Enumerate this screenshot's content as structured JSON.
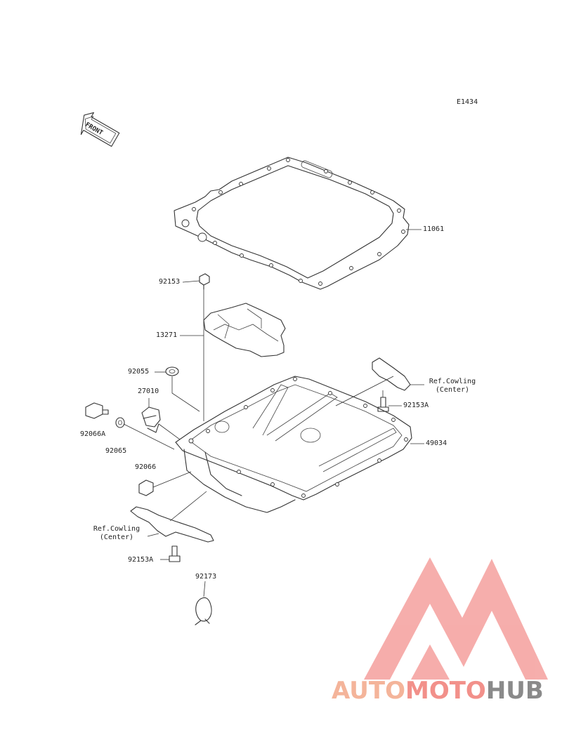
{
  "diagram_code": "E1434",
  "front_label": "FRONT",
  "parts": {
    "gasket": "11061",
    "bolt_top": "92153",
    "plate": "13271",
    "oring": "92055",
    "switch": "27010",
    "drain_plug": "92066A",
    "washer": "92065",
    "plug": "92066",
    "bolt_right": "92153A",
    "oil_pan": "49034",
    "bolt_left": "92153A",
    "clamp": "92173"
  },
  "ref_right": {
    "line1": "Ref.Cowling",
    "line2": "(Center)"
  },
  "ref_left": {
    "line1": "Ref.Cowling",
    "line2": "(Center)"
  },
  "watermark": {
    "part1": "AUTO",
    "part2": "MOTO",
    "part3": "HUB",
    "color1": "#f4b49a",
    "color2": "#f2908a",
    "color3": "#8a8a8a"
  }
}
